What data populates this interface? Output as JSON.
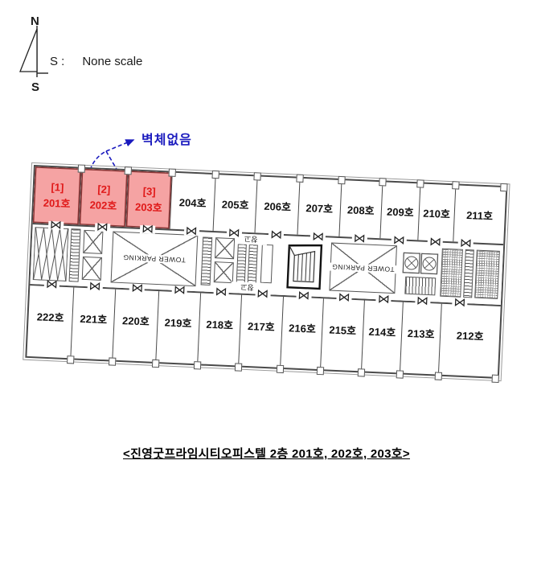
{
  "compass": {
    "north": "N",
    "south": "S",
    "scale_label": "S :",
    "scale_value": "None scale"
  },
  "annotation": {
    "label": "벽체없음"
  },
  "icons": {
    "door": "⋈"
  },
  "plan": {
    "parking_label": "TOWER PARKING",
    "storage_label": "창고",
    "top_rooms": [
      {
        "index": "[1]",
        "number": "201호",
        "highlighted": true
      },
      {
        "index": "[2]",
        "number": "202호",
        "highlighted": true
      },
      {
        "index": "[3]",
        "number": "203호",
        "highlighted": true
      },
      {
        "number": "204호"
      },
      {
        "number": "205호"
      },
      {
        "number": "206호"
      },
      {
        "number": "207호"
      },
      {
        "number": "208호"
      },
      {
        "number": "209호"
      },
      {
        "number": "210호"
      },
      {
        "number": "211호"
      }
    ],
    "bottom_rooms": [
      {
        "number": "222호"
      },
      {
        "number": "221호"
      },
      {
        "number": "220호"
      },
      {
        "number": "219호"
      },
      {
        "number": "218호"
      },
      {
        "number": "217호"
      },
      {
        "number": "216호"
      },
      {
        "number": "215호"
      },
      {
        "number": "214호"
      },
      {
        "number": "213호"
      },
      {
        "number": "212호"
      }
    ]
  },
  "caption": {
    "text": "<진영굿프라임시티오피스텔 2층 201호, 202호, 203호>"
  },
  "colors": {
    "highlight-fill": "#f5a3a3",
    "highlight-text": "#e01818",
    "annotation-blue": "#1a1abe",
    "wall": "#4a4a4a"
  }
}
